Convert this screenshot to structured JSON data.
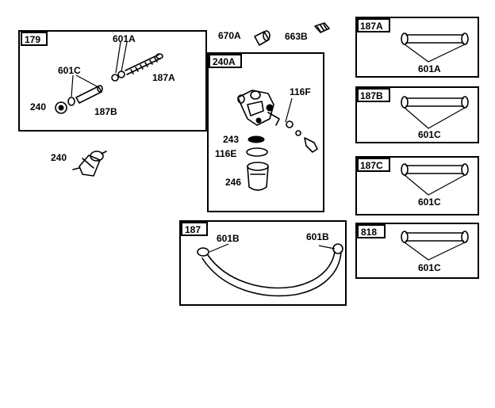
{
  "panels": {
    "p179": {
      "tag": "179",
      "labels": {
        "a": "601A",
        "b": "601C",
        "c": "187A",
        "d": "240",
        "e": "187B"
      }
    },
    "p240A": {
      "tag": "240A",
      "labels": {
        "a": "116F",
        "b": "243",
        "c": "116E",
        "d": "246"
      }
    },
    "p187": {
      "tag": "187",
      "labels": {
        "a": "601B",
        "b": "601B"
      }
    },
    "p187A": {
      "tag": "187A",
      "labels": {
        "a": "601A"
      }
    },
    "p187B": {
      "tag": "187B",
      "labels": {
        "a": "601C"
      }
    },
    "p187C": {
      "tag": "187C",
      "labels": {
        "a": "601C"
      }
    },
    "p818": {
      "tag": "818",
      "labels": {
        "a": "601C"
      }
    }
  },
  "loose": {
    "filter": "240",
    "elbow": "670A",
    "plug": "663B"
  }
}
